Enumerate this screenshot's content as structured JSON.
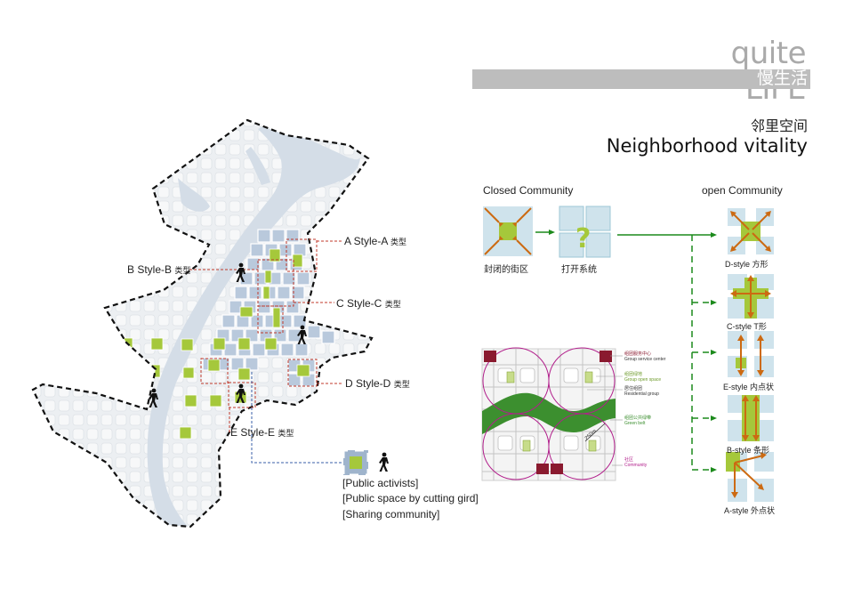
{
  "header": {
    "title": "quite LIFE",
    "subtitle": "慢生活",
    "section_zh": "邻里空间",
    "section_en": "Neighborhood vitality"
  },
  "map": {
    "callouts": {
      "a": {
        "en": "A Style-A",
        "zh": "类型"
      },
      "b": {
        "en": "B Style-B",
        "zh": "类型"
      },
      "c": {
        "en": "C Style-C",
        "zh": "类型"
      },
      "d": {
        "en": "D Style-D",
        "zh": "类型"
      },
      "e": {
        "en": "E Style-E",
        "zh": "类型"
      }
    },
    "legend": [
      "[Public activists]",
      "[Public space by cutting gird]",
      "[Sharing community]"
    ]
  },
  "community": {
    "closed_title": "Closed Community",
    "open_title": "open Community",
    "closed_label": "封闭的街区",
    "open_label": "打开系统",
    "styles": [
      {
        "en": "D-style",
        "zh": "方形"
      },
      {
        "en": "C-style",
        "zh": "T形"
      },
      {
        "en": "E-style",
        "zh": "内点状"
      },
      {
        "en": "B-style",
        "zh": "条形"
      },
      {
        "en": "A-style",
        "zh": "外点状"
      }
    ]
  },
  "plan": {
    "labels": [
      {
        "zh": "组团服务中心",
        "en": "Group service center"
      },
      {
        "zh": "组团绿地",
        "en": "Group open space"
      },
      {
        "zh": "居住组团",
        "en": "Residential group"
      },
      {
        "zh": "组团公共绿带",
        "en": "Green belt"
      },
      {
        "zh": "社区",
        "en": "Community"
      }
    ],
    "radius_label": "250m"
  },
  "colors": {
    "green_block": "#a5c83b",
    "blue_block": "#b7c8db",
    "light_blue": "#cfe3ec",
    "river": "#d8e1ea",
    "orange": "#cc6a12",
    "arrow_green": "#1c8a1c",
    "plan_green": "#3c8f2f",
    "magenta": "#b2208c",
    "maroon": "#8a1a2f",
    "brand_grey": "#aaaaaa"
  }
}
